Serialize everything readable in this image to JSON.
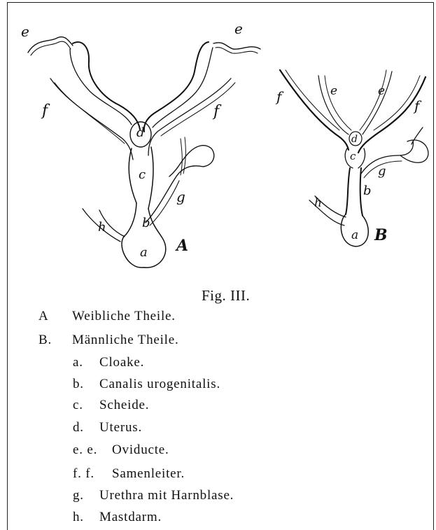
{
  "figure": {
    "caption": "Fig. III.",
    "diagram_a": {
      "panel_letter": "A",
      "labels": {
        "a": "a",
        "b": "b",
        "c": "c",
        "d": "d",
        "e_left": "e",
        "e_right": "e",
        "f_left": "f",
        "f_right": "f",
        "g": "g",
        "h": "h"
      }
    },
    "diagram_b": {
      "panel_letter": "B",
      "labels": {
        "a": "a",
        "b": "b",
        "c": "c",
        "d": "d",
        "e_left": "e",
        "e_right": "e",
        "f_left": "f",
        "f_right": "f",
        "g": "g",
        "h": "h"
      }
    }
  },
  "legend": {
    "groups": [
      {
        "letter": "A",
        "text": "Weibliche Theile."
      },
      {
        "letter": "B.",
        "text": "Männliche Theile."
      }
    ],
    "parts": [
      {
        "letter": "a.",
        "text": "Cloake."
      },
      {
        "letter": "b.",
        "text": "Canalis urogenitalis."
      },
      {
        "letter": "c.",
        "text": "Scheide."
      },
      {
        "letter": "d.",
        "text": "Uterus."
      },
      {
        "letter": "e. e.",
        "text": "Oviducte."
      },
      {
        "letter": "f. f.",
        "text": "Samenleiter."
      },
      {
        "letter": "g.",
        "text": "Urethra mit Harnblase."
      },
      {
        "letter": "h.",
        "text": "Mastdarm."
      }
    ]
  }
}
